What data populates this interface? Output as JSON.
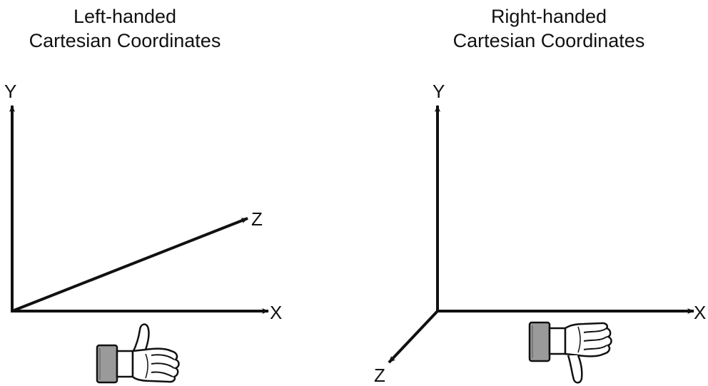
{
  "left_panel": {
    "title_line1": "Left-handed",
    "title_line2": "Cartesian Coordinates",
    "axis_y": "Y",
    "axis_x": "X",
    "axis_z": "Z",
    "hand_icon": "thumbs-up-hand-icon"
  },
  "right_panel": {
    "title_line1": "Right-handed",
    "title_line2": "Cartesian Coordinates",
    "axis_y": "Y",
    "axis_x": "X",
    "axis_z": "Z",
    "hand_icon": "thumbs-down-hand-icon"
  },
  "colors": {
    "ink": "#111111",
    "cuff": "#9a9a9a",
    "background": "#ffffff"
  }
}
